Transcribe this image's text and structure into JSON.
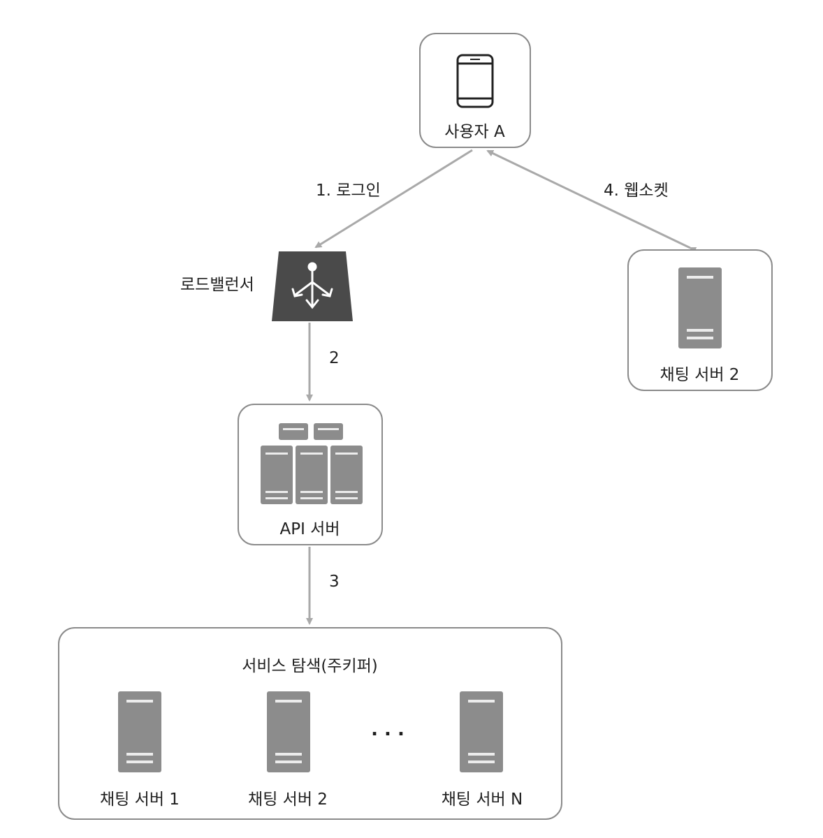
{
  "nodes": {
    "user_a": "사용자 A",
    "load_balancer": "로드밸런서",
    "api_server": "API 서버",
    "chat_server_top": "채팅 서버 2",
    "service_discovery": "서비스 탐색(주키퍼)",
    "chat_server_1": "채팅 서버 1",
    "chat_server_2": "채팅 서버 2",
    "chat_server_n": "채팅 서버 N",
    "ellipsis": ". . ."
  },
  "edges": {
    "login": "1. 로그인",
    "step2": "2",
    "step3": "3",
    "websocket": "4. 웹소켓"
  },
  "colors": {
    "server": "#8c8c8c",
    "server_stripe": "#ececec",
    "load_balancer": "#4a4a4a",
    "arrow": "#a9a9a9",
    "box_border": "#8a8a8a"
  }
}
